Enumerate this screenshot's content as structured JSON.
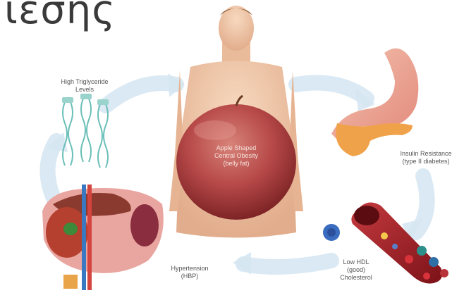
{
  "heading": "ιεσης",
  "labels": {
    "triglyceride": "High Triglyceride\nLevels",
    "apple_obesity": "Apple Shaped\nCentral Obesity\n(belly fat)",
    "insulin": "Insulin Resistance\n(type II diabetes)",
    "hdl": "Low HDL\n(good)\nCholesterol",
    "hypertension": "Hypertension\n(HBP)"
  },
  "colors": {
    "cycle_arrow": "#d6e7f2",
    "apple": "#b94a4a",
    "skin": "#f0c8a8",
    "fat_strand": "#6bbfb8",
    "blood_vessel": "#a8232b"
  }
}
